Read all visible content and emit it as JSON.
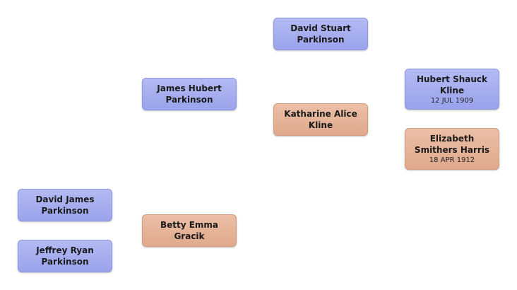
{
  "people": [
    {
      "id": "david-james",
      "name": "David James Parkinson",
      "date": "",
      "gender": "male"
    },
    {
      "id": "jeffrey-ryan",
      "name": "Jeffrey Ryan Parkinson",
      "date": "",
      "gender": "male"
    },
    {
      "id": "james-hubert",
      "name": "James Hubert Parkinson",
      "date": "",
      "gender": "male"
    },
    {
      "id": "betty-emma",
      "name": "Betty Emma Gracik",
      "date": "",
      "gender": "female"
    },
    {
      "id": "david-stuart",
      "name": "David Stuart Parkinson",
      "date": "",
      "gender": "male"
    },
    {
      "id": "katharine",
      "name": "Katharine Alice Kline",
      "date": "",
      "gender": "female"
    },
    {
      "id": "hubert-shauck",
      "name": "Hubert Shauck Kline",
      "date": "12 JUL 1909",
      "gender": "male"
    },
    {
      "id": "elizabeth",
      "name": "Elizabeth Smithers Harris",
      "date": "18 APR 1912",
      "gender": "female"
    }
  ],
  "colors": {
    "male_card": "#a6aef0",
    "female_card": "#e6b498"
  }
}
